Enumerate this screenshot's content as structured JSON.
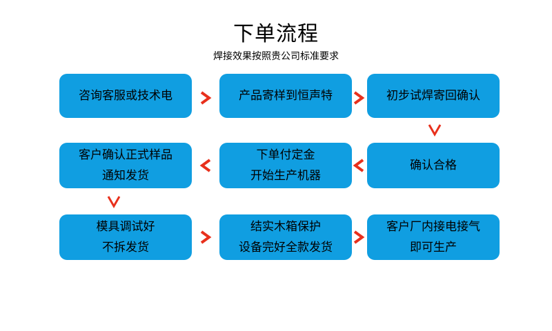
{
  "header": {
    "title": "下单流程",
    "subtitle": "焊接效果按照贵公司标准要求"
  },
  "colors": {
    "node_fill": "#109ee1",
    "arrow": "#e8301c",
    "text": "#000000",
    "background": "#ffffff"
  },
  "flow": {
    "rows": [
      {
        "nodes": [
          {
            "id": "step-1",
            "lines": [
              "咨询客服或技术电"
            ]
          },
          {
            "id": "step-2",
            "lines": [
              "产品寄样到恒声特"
            ]
          },
          {
            "id": "step-3",
            "lines": [
              "初步试焊寄回确认"
            ]
          }
        ]
      },
      {
        "nodes": [
          {
            "id": "step-6",
            "lines": [
              "客户确认正式样品",
              "通知发货"
            ]
          },
          {
            "id": "step-5",
            "lines": [
              "下单付定金",
              "开始生产机器"
            ]
          },
          {
            "id": "step-4",
            "lines": [
              "确认合格"
            ]
          }
        ]
      },
      {
        "nodes": [
          {
            "id": "step-7",
            "lines": [
              "模具调试好",
              "不拆发货"
            ]
          },
          {
            "id": "step-8",
            "lines": [
              "结实木箱保护",
              "设备完好全款发货"
            ]
          },
          {
            "id": "step-9",
            "lines": [
              "客户厂内接电接气",
              "即可生产"
            ]
          }
        ]
      }
    ],
    "connectors": [
      {
        "id": "connector-r1-c1-c2",
        "glyph": ">",
        "direction": "right"
      },
      {
        "id": "connector-r1-c2-c3",
        "glyph": ">",
        "direction": "right"
      },
      {
        "id": "connector-r1c3-r2c3",
        "glyph": "V",
        "direction": "down"
      },
      {
        "id": "connector-r2-c3-c2",
        "glyph": "<",
        "direction": "left"
      },
      {
        "id": "connector-r2-c2-c1",
        "glyph": "<",
        "direction": "left"
      },
      {
        "id": "connector-r2c1-r3c1",
        "glyph": "V",
        "direction": "down"
      },
      {
        "id": "connector-r3-c1-c2",
        "glyph": ">",
        "direction": "right"
      },
      {
        "id": "connector-r3-c2-c3",
        "glyph": ">",
        "direction": "right"
      }
    ]
  }
}
